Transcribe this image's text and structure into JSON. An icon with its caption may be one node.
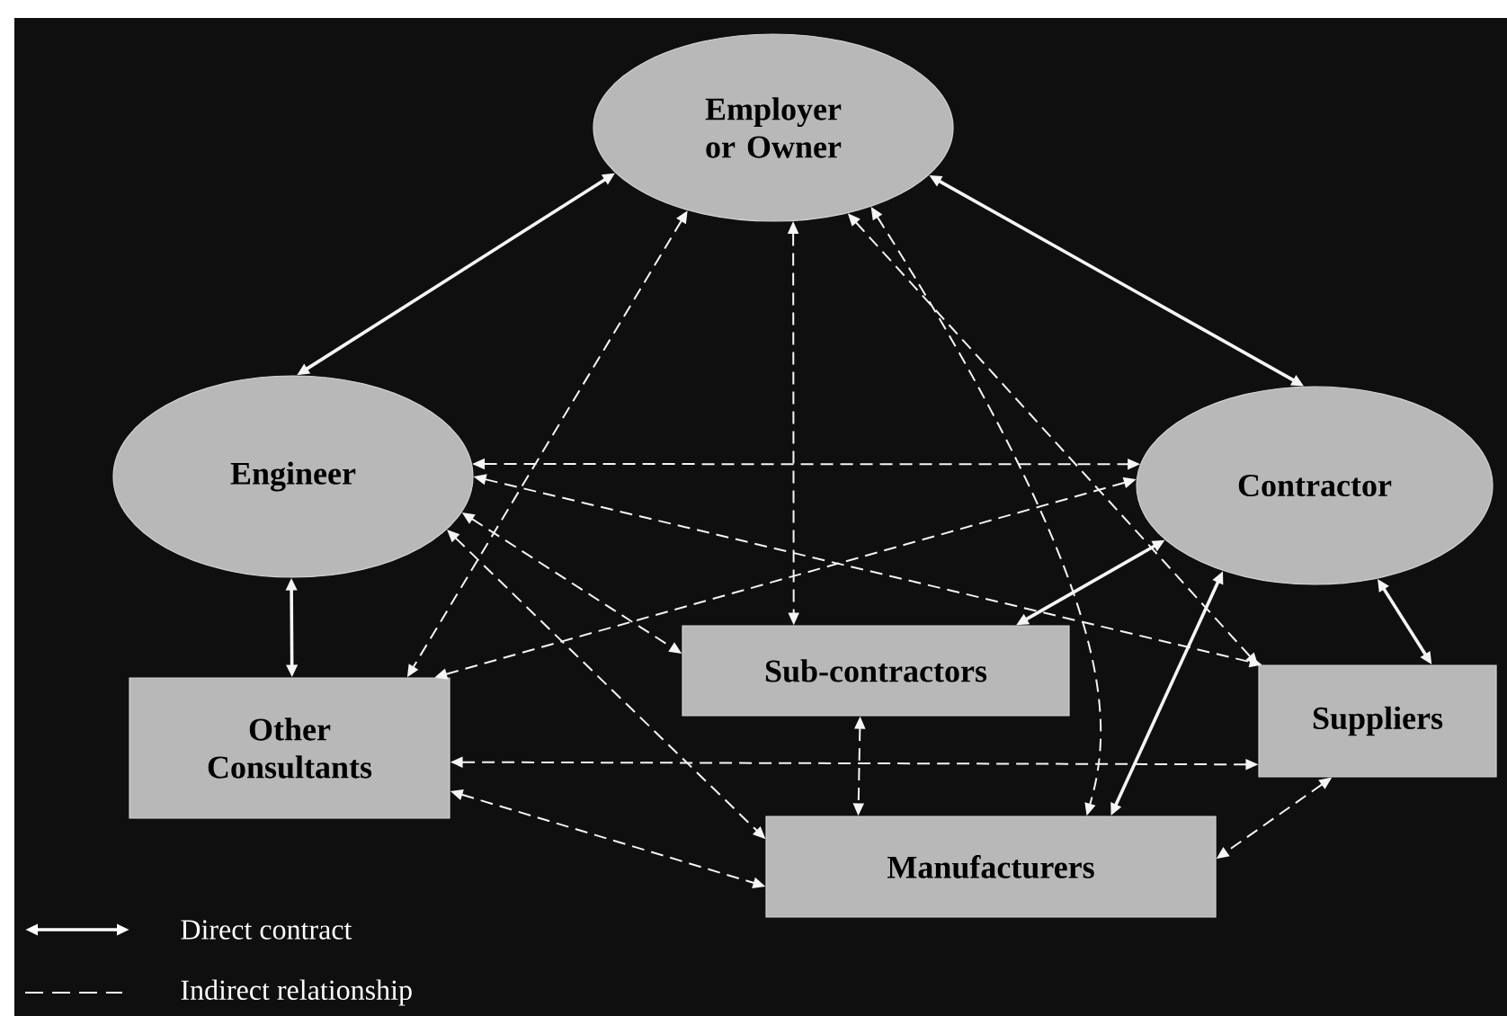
{
  "diagram": {
    "nodes": [
      {
        "text": [
          "Employer or Owner"
        ]
      },
      {
        "text": [
          "Engineer"
        ]
      },
      {
        "text": [
          "Contractor"
        ]
      },
      {
        "text": [
          "Sub-contractors"
        ]
      },
      {
        "text": [
          "Other Consultants"
        ]
      },
      {
        "text": [
          "Suppliers"
        ]
      },
      {
        "text": [
          "Manufacturers"
        ]
      }
    ],
    "edges": [
      {
        "from": 0,
        "to": 1,
        "arrow": "both"
      },
      {
        "from": 0,
        "to": 2,
        "arrow": "both"
      },
      {
        "from": 1,
        "to": 4,
        "arrow": "both"
      },
      {
        "from": 2,
        "to": 3,
        "arrow": "both"
      },
      {
        "from": 2,
        "to": 6,
        "arrow": "both"
      },
      {
        "from": 2,
        "to": 5,
        "arrow": "both"
      },
      {
        "from": 0,
        "to": 3,
        "arrow": "both",
        "style": "dashed"
      },
      {
        "from": 0,
        "to": 4,
        "arrow": "both",
        "style": "dashed"
      },
      {
        "from": 0,
        "to": 6,
        "arrow": "both",
        "style": "dashed"
      },
      {
        "from": 0,
        "to": 5,
        "arrow": "both",
        "style": "dashed"
      },
      {
        "from": 1,
        "to": 2,
        "arrow": "both",
        "style": "dashed"
      },
      {
        "from": 1,
        "to": 3,
        "arrow": "both",
        "style": "dashed"
      },
      {
        "from": 1,
        "to": 6,
        "arrow": "both",
        "style": "dashed"
      },
      {
        "from": 1,
        "to": 5,
        "arrow": "both",
        "style": "dashed"
      },
      {
        "from": 2,
        "to": 4,
        "arrow": "both",
        "style": "dashed"
      },
      {
        "from": 4,
        "to": 5,
        "arrow": "both",
        "style": "dashed"
      },
      {
        "from": 4,
        "to": 6,
        "arrow": "both",
        "style": "dashed"
      },
      {
        "from": 3,
        "to": 6,
        "arrow": "both",
        "style": "dashed"
      },
      {
        "from": 5,
        "to": 6,
        "arrow": "both",
        "style": "dashed"
      }
    ],
    "legend": [
      {
        "text": "Direct contract"
      },
      {
        "text": "Indirect relationship"
      }
    ]
  }
}
